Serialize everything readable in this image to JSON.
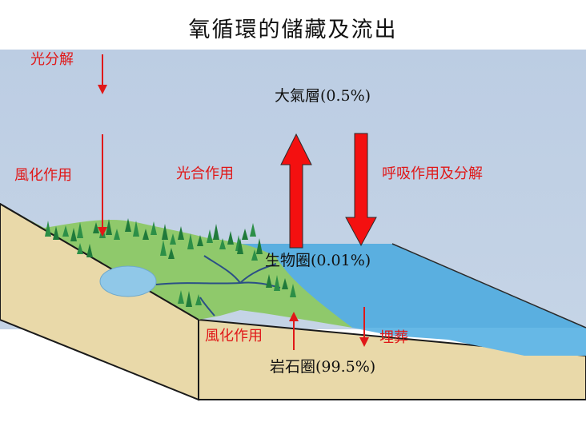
{
  "title": "氧循環的儲藏及流出",
  "reservoirs": {
    "atmosphere": "大氣層(0.5%)",
    "biosphere": "生物圈(0.01%)",
    "lithosphere": "岩石圈(99.5%)"
  },
  "processes": {
    "photolysis": "光分解",
    "weathering_top": "風化作用",
    "photosynthesis": "光合作用",
    "respiration_decomposition": "呼吸作用及分解",
    "weathering_bottom": "風化作用",
    "burial": "埋葬"
  },
  "colors": {
    "sky": "#bccde3",
    "ocean": "#5aafe0",
    "ocean_front": "#66b8e6",
    "land": "#e9d9a9",
    "grass": "#8fc96b",
    "arrow_red": "#e01818",
    "river": "#2b4f86"
  }
}
